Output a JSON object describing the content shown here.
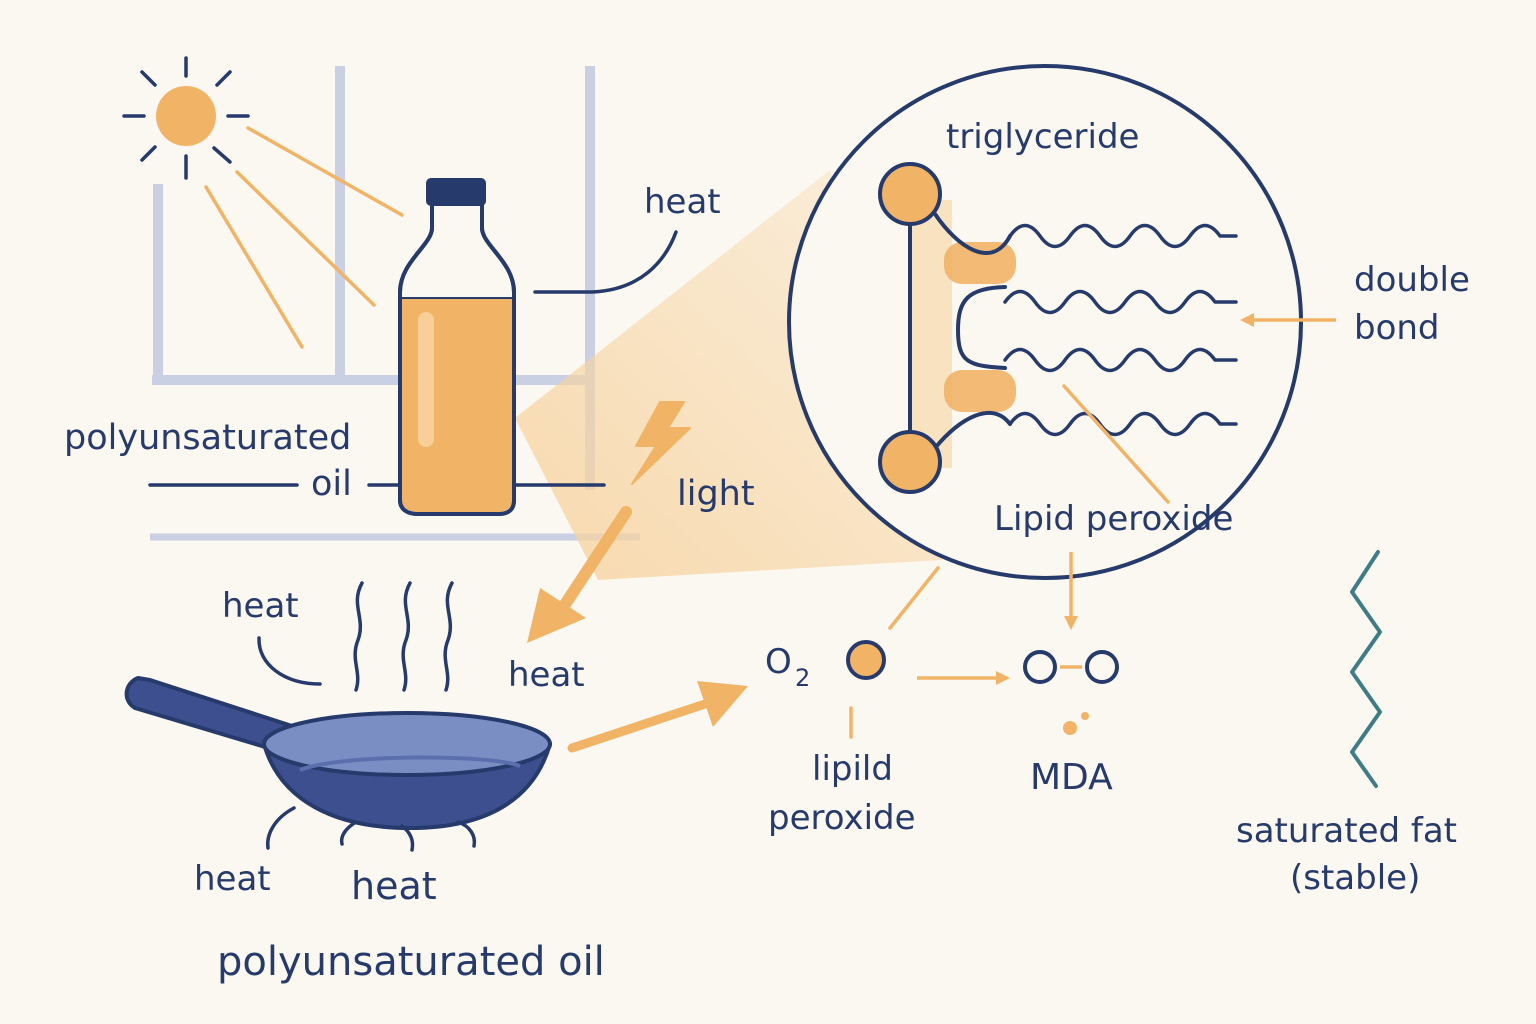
{
  "colors": {
    "background": "#fbf8f1",
    "navy": "#263a6b",
    "orange": "#f1b366",
    "orange_light": "#f7d3a0",
    "window_frame": "#c9d0e3",
    "teal": "#3f7d86",
    "pan": "#3d4f8f"
  },
  "icons": [
    "sun-icon",
    "bottle-icon",
    "lightning-icon",
    "frying-pan-icon",
    "steam-icon",
    "zigzag-chain-icon"
  ],
  "labels": {
    "heat_bottle": "heat",
    "polyunsaturated_line1": "polyunsaturated",
    "polyunsaturated_line2": "oil",
    "light": "light",
    "heat_steam": "heat",
    "heat_right": "heat",
    "heat_bottom_left": "heat",
    "heat_bottom_center": "heat",
    "pan_caption": "polyunsaturated oil",
    "triglyceride": "triglyceride",
    "double_bond_line1": "double",
    "double_bond_line2": "bond",
    "lipid_peroxide_circle": "Lipid peroxide",
    "o2_base": "O",
    "o2_sub": "2",
    "lipid_peroxide_line1": "lipild",
    "lipid_peroxide_line2": "peroxide",
    "mda": "MDA",
    "saturated_line1": "saturated fat",
    "saturated_line2": "(stable)"
  }
}
